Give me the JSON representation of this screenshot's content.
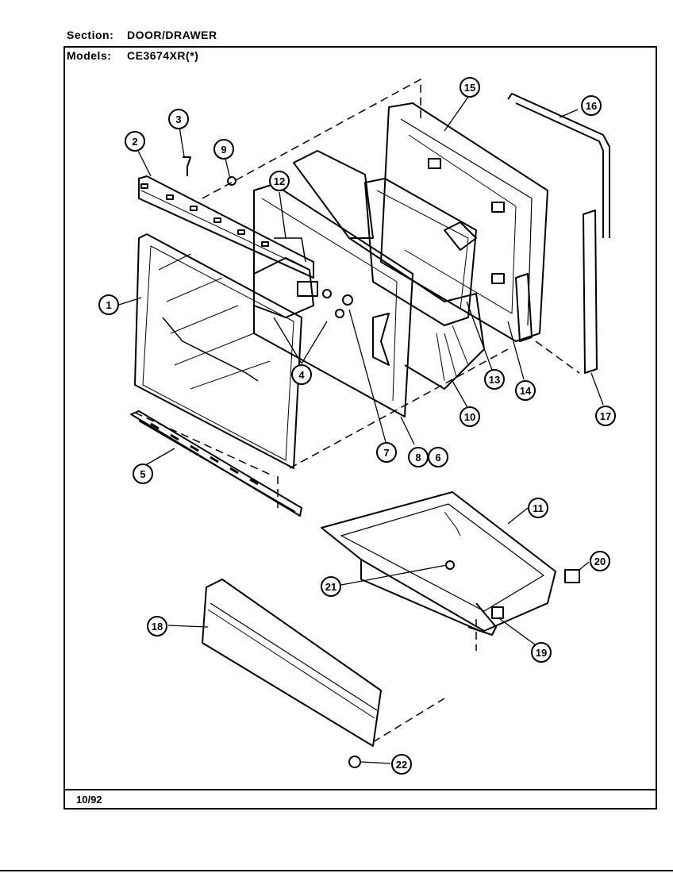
{
  "header": {
    "section_label": "Section:",
    "section_value": "DOOR/DRAWER",
    "models_label": "Models:",
    "models_value": "CE3674XR(*)"
  },
  "footer": {
    "date": "10/92"
  },
  "callouts": [
    "1",
    "2",
    "3",
    "4",
    "5",
    "6",
    "7",
    "8",
    "9",
    "10",
    "11",
    "12",
    "13",
    "14",
    "15",
    "16",
    "17",
    "18",
    "19",
    "20",
    "21",
    "22"
  ]
}
